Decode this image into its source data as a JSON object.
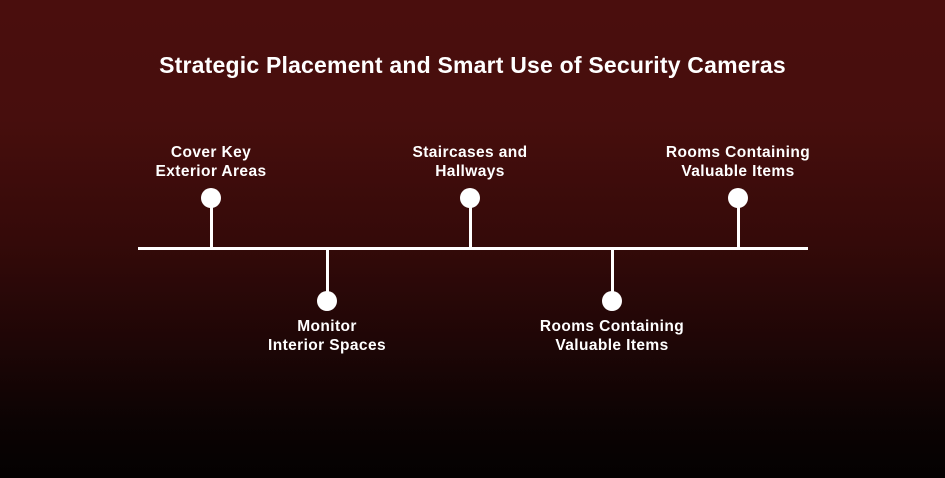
{
  "page": {
    "title": "Strategic Placement and Smart Use of Security Cameras"
  },
  "colors": {
    "background_top": "#4a0e0d",
    "background_bottom": "#040101",
    "title_text": "#ffffff",
    "label_text": "#ffffff",
    "timeline_line": "#ffffff",
    "node_dot": "#ffffff"
  },
  "timeline": {
    "orientation": "horizontal",
    "nodes": [
      {
        "position": "above",
        "line1": "Cover Key",
        "line2": "Exterior Areas"
      },
      {
        "position": "below",
        "line1": "Monitor",
        "line2": "Interior Spaces"
      },
      {
        "position": "above",
        "line1": "Staircases and",
        "line2": "Hallways"
      },
      {
        "position": "below",
        "line1": "Rooms Containing",
        "line2": "Valuable Items"
      },
      {
        "position": "above",
        "line1": "Rooms Containing",
        "line2": "Valuable Items"
      }
    ]
  }
}
